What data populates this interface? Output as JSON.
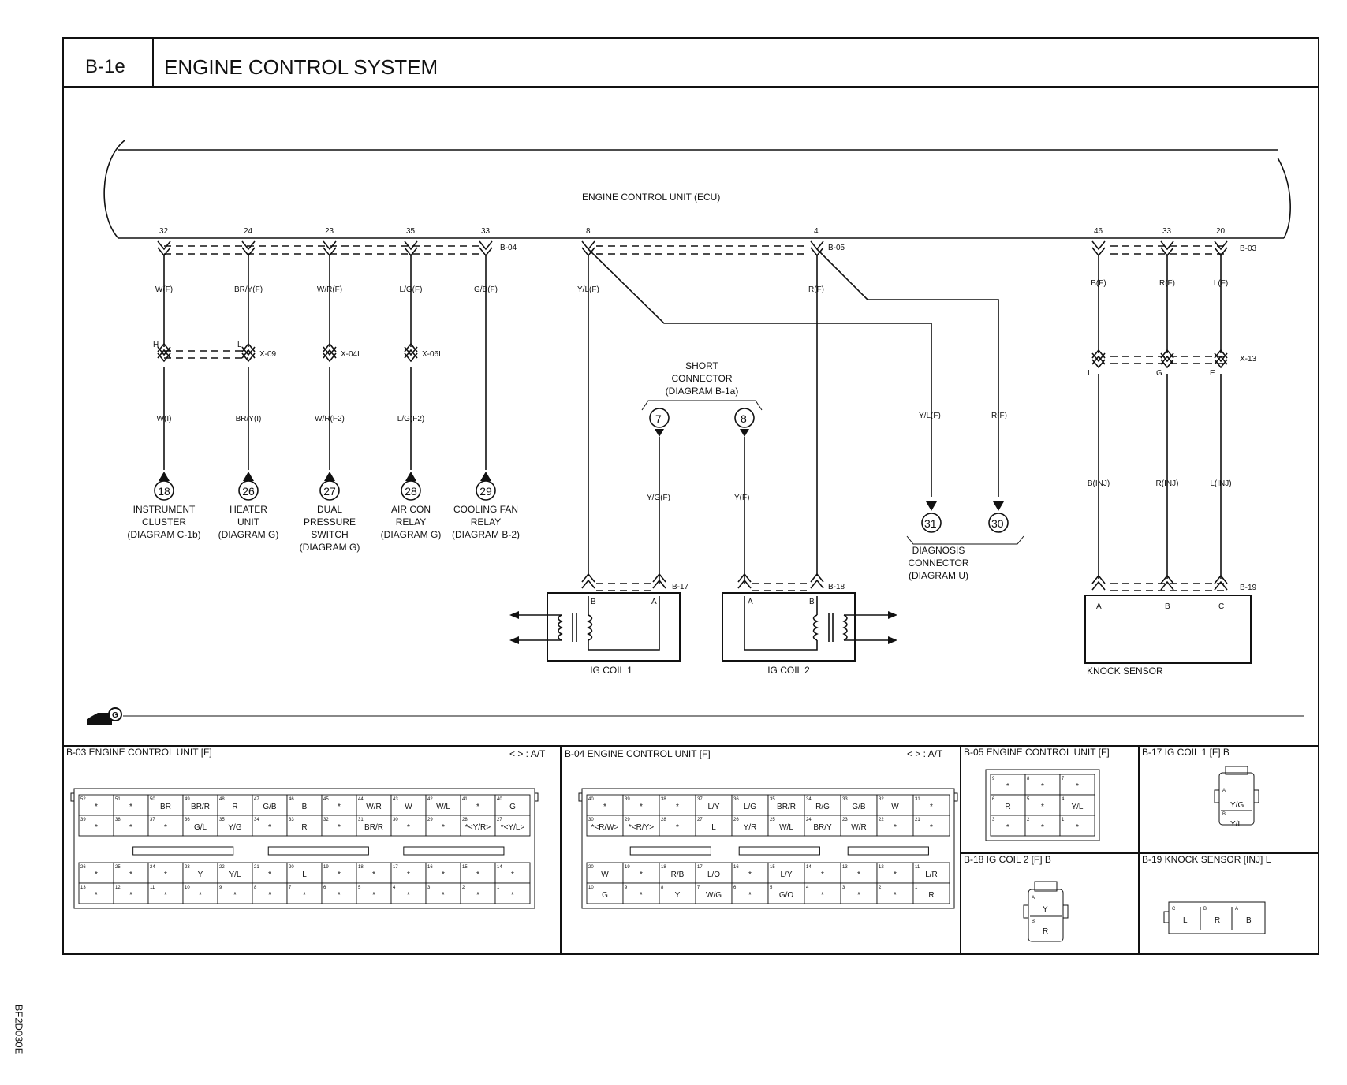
{
  "header": {
    "code": "B-1e",
    "title": "ENGINE CONTROL SYSTEM"
  },
  "ecu_label": "ENGINE CONTROL UNIT (ECU)",
  "ecu_connectors": {
    "b04": "B-04",
    "b05": "B-05",
    "b03": "B-03"
  },
  "branches": [
    {
      "pin": "32",
      "wire_top": "W(F)",
      "x_pin": "H",
      "x_conn": "",
      "wire_bottom": "W(I)",
      "num": "18",
      "dest": [
        "INSTRUMENT",
        "CLUSTER",
        "(DIAGRAM C-1b)"
      ]
    },
    {
      "pin": "24",
      "wire_top": "BR/Y(F)",
      "x_pin": "L",
      "x_conn": "X-09",
      "wire_bottom": "BR/Y(I)",
      "num": "26",
      "dest": [
        "HEATER",
        "UNIT",
        "(DIAGRAM G)"
      ]
    },
    {
      "pin": "23",
      "wire_top": "W/R(F)",
      "x_pin": "",
      "x_conn": "X-04L",
      "wire_bottom": "W/R(F2)",
      "num": "27",
      "dest": [
        "DUAL",
        "PRESSURE",
        "SWITCH",
        "(DIAGRAM G)"
      ]
    },
    {
      "pin": "35",
      "wire_top": "L/G(F)",
      "x_pin": "",
      "x_conn": "X-06I",
      "wire_bottom": "L/G(F2)",
      "num": "28",
      "dest": [
        "AIR CON",
        "RELAY",
        "(DIAGRAM G)"
      ]
    },
    {
      "pin": "33",
      "wire_top": "G/B(F)",
      "x_pin": "",
      "x_conn": "",
      "wire_bottom": "",
      "num": "29",
      "dest": [
        "COOLING FAN",
        "RELAY",
        "(DIAGRAM B-2)"
      ]
    }
  ],
  "ignition": {
    "pin_a": "8",
    "pin_b": "4",
    "wire_a": "Y/L(F)",
    "wire_b": "R(F)",
    "short_connector": [
      "SHORT",
      "CONNECTOR",
      "(DIAGRAM B-1a)"
    ],
    "short_pins": [
      "7",
      "8"
    ],
    "wire_sc1": "Y/G(F)",
    "wire_sc2": "Y(F)",
    "coil1": {
      "label": "IG COIL 1",
      "conn": "B-17",
      "pins": [
        "B",
        "A"
      ]
    },
    "coil2": {
      "label": "IG COIL 2",
      "conn": "B-18",
      "pins": [
        "A",
        "B"
      ]
    },
    "diag_wires": [
      "Y/L(F)",
      "R(F)"
    ],
    "diag_nums": [
      "31",
      "30"
    ],
    "diagnosis": [
      "DIAGNOSIS",
      "CONNECTOR",
      "(DIAGRAM U)"
    ]
  },
  "knock": {
    "pins": [
      "46",
      "33",
      "20"
    ],
    "wires_top": [
      "B(F)",
      "R(F)",
      "L(F)"
    ],
    "x_conn": "X-13",
    "x_pins": [
      "I",
      "G",
      "E"
    ],
    "wires_bottom": [
      "B(INJ)",
      "R(INJ)",
      "L(INJ)"
    ],
    "conn": "B-19",
    "sensor_pins": [
      "A",
      "B",
      "C"
    ],
    "label": "KNOCK SENSOR"
  },
  "ground_label": "G",
  "panels": {
    "b03": {
      "title": "B-03 ENGINE CONTROL UNIT [F]",
      "note": "< > : A/T",
      "top_rows": [
        [
          [
            "52",
            "*"
          ],
          [
            "51",
            "*"
          ],
          [
            "50",
            "BR"
          ],
          [
            "49",
            "BR/R"
          ],
          [
            "48",
            "R"
          ],
          [
            "47",
            "G/B"
          ],
          [
            "46",
            "B"
          ],
          [
            "45",
            "*"
          ],
          [
            "44",
            "W/R"
          ],
          [
            "43",
            "W"
          ],
          [
            "42",
            "W/L"
          ],
          [
            "41",
            "*"
          ],
          [
            "40",
            "G"
          ]
        ],
        [
          [
            "39",
            "*"
          ],
          [
            "38",
            "*"
          ],
          [
            "37",
            "*"
          ],
          [
            "36",
            "G/L"
          ],
          [
            "35",
            "Y/G"
          ],
          [
            "34",
            "*"
          ],
          [
            "33",
            "R"
          ],
          [
            "32",
            "*"
          ],
          [
            "31",
            "BR/R"
          ],
          [
            "30",
            "*"
          ],
          [
            "29",
            "*"
          ],
          [
            "28",
            "*<Y/R>"
          ],
          [
            "27",
            "*<Y/L>"
          ]
        ]
      ],
      "bottom_rows": [
        [
          [
            "26",
            "*"
          ],
          [
            "25",
            "*"
          ],
          [
            "24",
            "*"
          ],
          [
            "23",
            "Y"
          ],
          [
            "22",
            "Y/L"
          ],
          [
            "21",
            "*"
          ],
          [
            "20",
            "L"
          ],
          [
            "19",
            "*"
          ],
          [
            "18",
            "*"
          ],
          [
            "17",
            "*"
          ],
          [
            "16",
            "*"
          ],
          [
            "15",
            "*"
          ],
          [
            "14",
            "*"
          ]
        ],
        [
          [
            "13",
            "*"
          ],
          [
            "12",
            "*"
          ],
          [
            "11",
            "*"
          ],
          [
            "10",
            "*"
          ],
          [
            "9",
            "*"
          ],
          [
            "8",
            "*"
          ],
          [
            "7",
            "*"
          ],
          [
            "6",
            "*"
          ],
          [
            "5",
            "*"
          ],
          [
            "4",
            "*"
          ],
          [
            "3",
            "*"
          ],
          [
            "2",
            "*"
          ],
          [
            "1",
            "*"
          ]
        ]
      ]
    },
    "b04": {
      "title": "B-04 ENGINE CONTROL UNIT [F]",
      "note": "< > : A/T",
      "top_rows": [
        [
          [
            "40",
            "*"
          ],
          [
            "39",
            "*"
          ],
          [
            "38",
            "*"
          ],
          [
            "37",
            "L/Y"
          ],
          [
            "36",
            "L/G"
          ],
          [
            "35",
            "BR/R"
          ],
          [
            "34",
            "R/G"
          ],
          [
            "33",
            "G/B"
          ],
          [
            "32",
            "W"
          ],
          [
            "31",
            "*"
          ]
        ],
        [
          [
            "30",
            "*<R/W>"
          ],
          [
            "29",
            "*<R/Y>"
          ],
          [
            "28",
            "*"
          ],
          [
            "27",
            "L"
          ],
          [
            "26",
            "Y/R"
          ],
          [
            "25",
            "W/L"
          ],
          [
            "24",
            "BR/Y"
          ],
          [
            "23",
            "W/R"
          ],
          [
            "22",
            "*"
          ],
          [
            "21",
            "*"
          ]
        ]
      ],
      "bottom_rows": [
        [
          [
            "20",
            "W"
          ],
          [
            "19",
            "*"
          ],
          [
            "18",
            "R/B"
          ],
          [
            "17",
            "L/O"
          ],
          [
            "16",
            "*"
          ],
          [
            "15",
            "L/Y"
          ],
          [
            "14",
            "*"
          ],
          [
            "13",
            "*"
          ],
          [
            "12",
            "*"
          ],
          [
            "11",
            "L/R"
          ]
        ],
        [
          [
            "10",
            "G"
          ],
          [
            "9",
            "*"
          ],
          [
            "8",
            "Y"
          ],
          [
            "7",
            "W/G"
          ],
          [
            "6",
            "*"
          ],
          [
            "5",
            "G/O"
          ],
          [
            "4",
            "*"
          ],
          [
            "3",
            "*"
          ],
          [
            "2",
            "*"
          ],
          [
            "1",
            "R"
          ]
        ]
      ]
    },
    "b05": {
      "title": "B-05 ENGINE CONTROL UNIT [F]",
      "rows": [
        [
          [
            "9",
            "*"
          ],
          [
            "8",
            "*"
          ],
          [
            "7",
            "*"
          ]
        ],
        [
          [
            "6",
            "R"
          ],
          [
            "5",
            "*"
          ],
          [
            "4",
            "Y/L"
          ]
        ],
        [
          [
            "3",
            "*"
          ],
          [
            "2",
            "*"
          ],
          [
            "1",
            "*"
          ]
        ]
      ]
    },
    "b17": {
      "title": "B-17 IG COIL 1 [F] B",
      "pins": [
        [
          "A",
          "Y/G"
        ],
        [
          "B",
          "Y/L"
        ]
      ]
    },
    "b18": {
      "title": "B-18 IG COIL 2 [F] B",
      "pins": [
        [
          "A",
          "Y"
        ],
        [
          "B",
          "R"
        ]
      ]
    },
    "b19": {
      "title": "B-19 KNOCK SENSOR [INJ] L",
      "pins": [
        [
          "C",
          "L"
        ],
        [
          "B",
          "R"
        ],
        [
          "A",
          "B"
        ]
      ]
    }
  },
  "side_code": "BF2D030E"
}
